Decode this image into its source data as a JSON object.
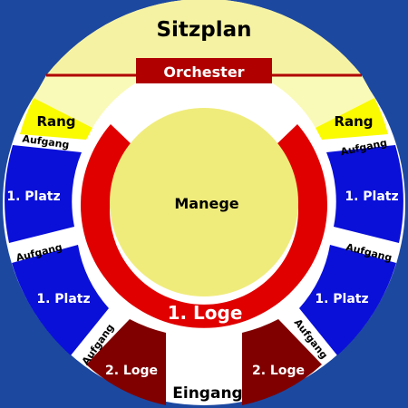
{
  "title": "Sitzplan",
  "orchestra": "Orchester",
  "ring": "Manege",
  "first_box": "1. Loge",
  "entrance": "Eingang",
  "sections": {
    "rang_left": "Rang",
    "rang_right": "Rang",
    "platz_upper_left": "1. Platz",
    "platz_upper_right": "1. Platz",
    "platz_lower_left": "1. Platz",
    "platz_lower_right": "1. Platz",
    "loge_left": "2. Loge",
    "loge_right": "2. Loge"
  },
  "aisles": {
    "upper_left": "Aufgang",
    "upper_right": "Aufgang",
    "middle_left": "Aufgang",
    "middle_right": "Aufgang",
    "lower_left": "Aufgang",
    "lower_right": "Aufgang"
  },
  "colors": {
    "background": "#1c48a0",
    "stage": "#fafab8",
    "ring": "#f0ec7c",
    "red": "#e00000",
    "dark_red": "#800000",
    "blue": "#0a10d8",
    "yellow": "#fafa00",
    "white": "#ffffff"
  }
}
